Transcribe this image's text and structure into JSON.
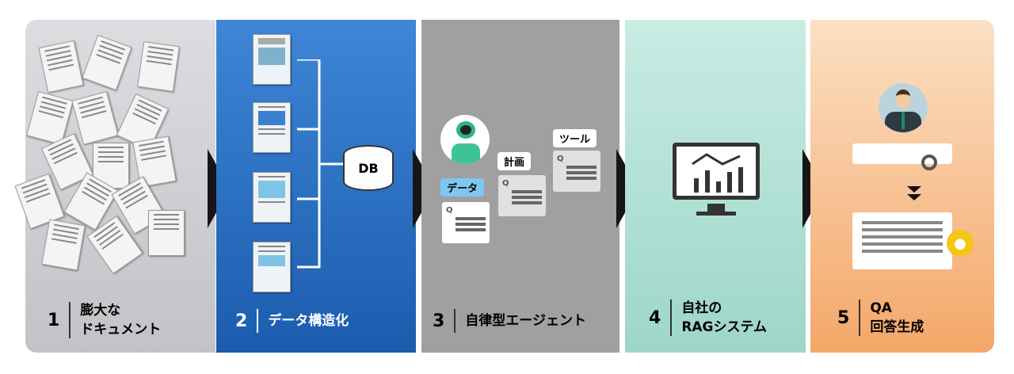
{
  "steps": [
    {
      "number": "1",
      "label": "膨大な\nドキュメント"
    },
    {
      "number": "2",
      "label": "データ構造化",
      "db": "DB"
    },
    {
      "number": "3",
      "label": "自律型エージェント",
      "tags": [
        "データ",
        "計画",
        "ツール"
      ],
      "query_mark": "Q"
    },
    {
      "number": "4",
      "label": "自社の\nRAGシステム"
    },
    {
      "number": "5",
      "label": "QA\n回答生成"
    }
  ],
  "colors": {
    "blue": "#2f74c8",
    "mint": "#b3e0d5",
    "peach": "#f7bf8c",
    "gray": "#a0a0a0"
  }
}
